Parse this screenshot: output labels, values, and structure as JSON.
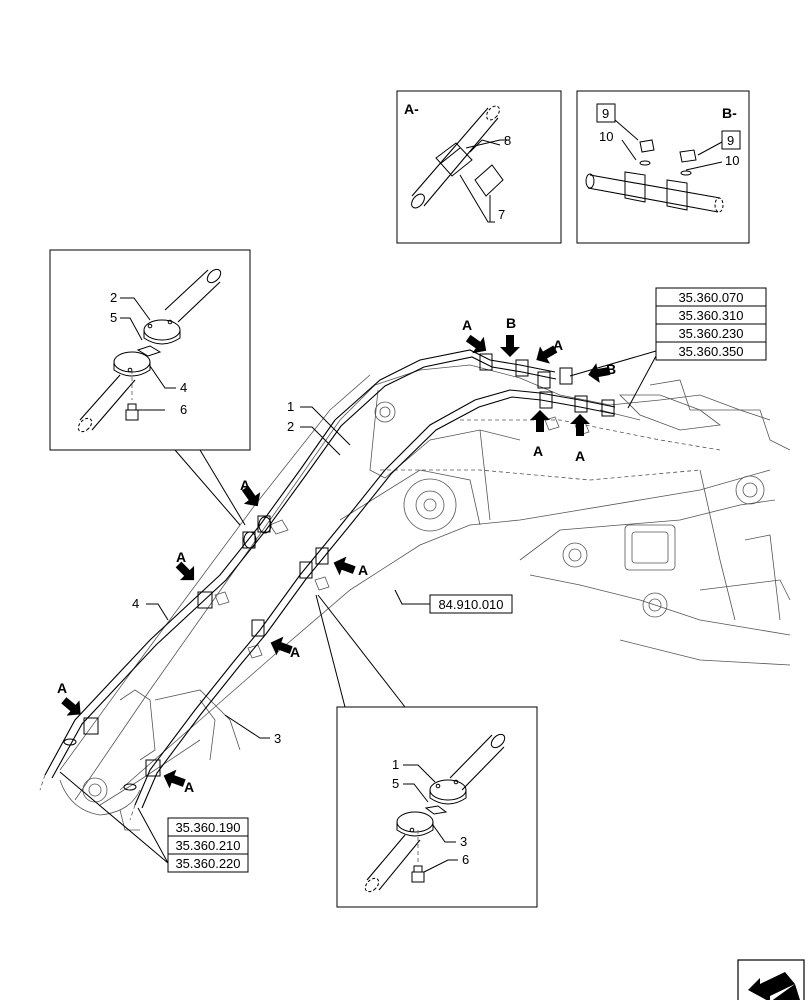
{
  "detail_a": {
    "title": "A-",
    "labels": [
      "8",
      "7"
    ]
  },
  "detail_b": {
    "title": "B-",
    "labels": [
      "9",
      "10",
      "9",
      "10"
    ]
  },
  "detail_left": {
    "labels": [
      "2",
      "5",
      "4",
      "6"
    ]
  },
  "detail_bottom": {
    "labels": [
      "1",
      "5",
      "3",
      "6"
    ]
  },
  "main": {
    "callouts": [
      "1",
      "2",
      "4",
      "3"
    ],
    "arrow_labels": [
      "A",
      "B",
      "A",
      "B",
      "A",
      "A",
      "A",
      "A",
      "A",
      "A",
      "A",
      "A"
    ]
  },
  "refs": {
    "top_right": [
      "35.360.070",
      "35.360.310",
      "35.360.230",
      "35.360.350"
    ],
    "middle": "84.910.010",
    "bottom_left": [
      "35.360.190",
      "35.360.210",
      "35.360.220"
    ]
  },
  "nav_icon": "arrow-navigation-icon"
}
